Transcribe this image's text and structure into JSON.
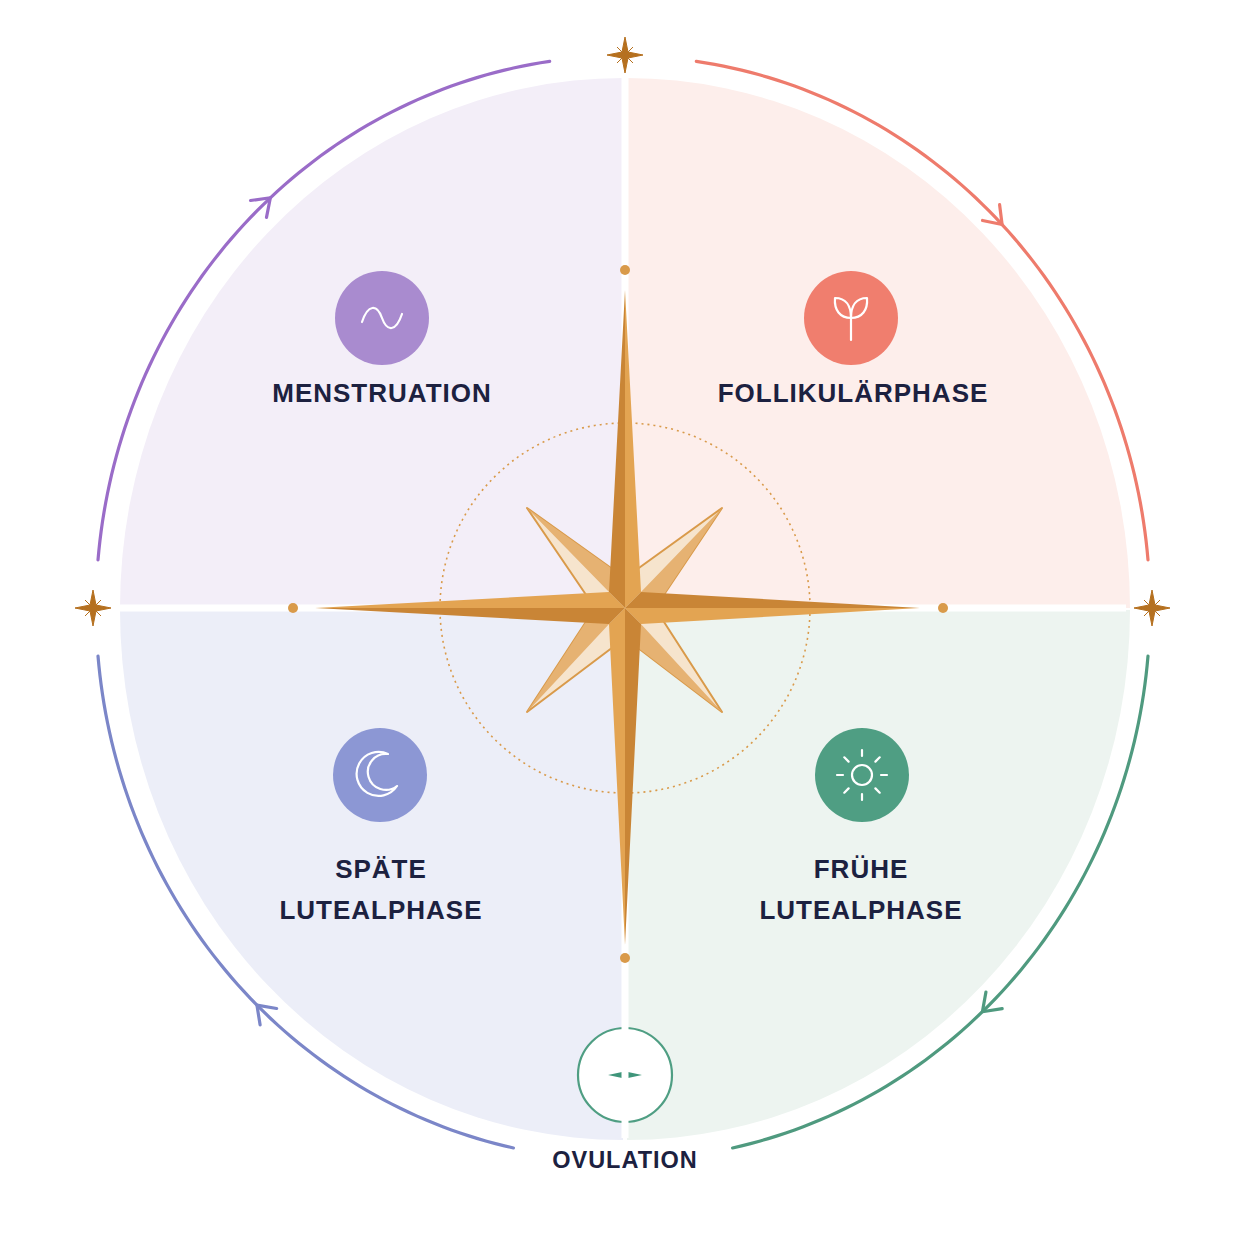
{
  "diagram": {
    "nodes": [
      {
        "text": [
          "MENSTRUATION"
        ]
      },
      {
        "text": [
          "FOLLIKULÄRPHASE"
        ]
      },
      {
        "text": [
          "SPÄTE LUTEALPHASE"
        ]
      },
      {
        "text": [
          "FRÜHE LUTEALPHASE"
        ]
      },
      {
        "text": [
          "OVULATION"
        ]
      }
    ]
  }
}
